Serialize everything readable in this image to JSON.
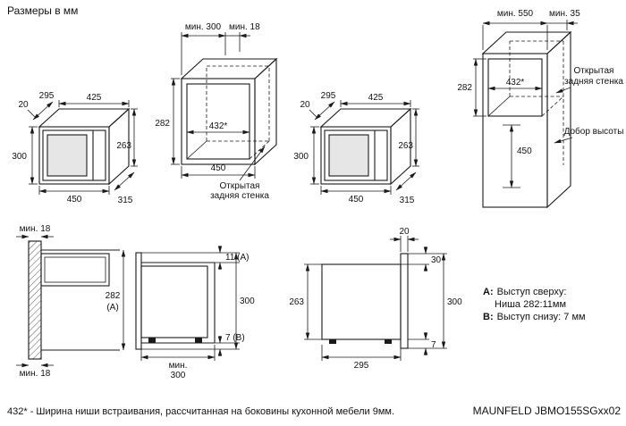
{
  "page": {
    "title": "Размеры в мм",
    "footnote": "432* - Ширина ниши встраивания, рассчитанная на боковины кухонной мебели 9мм.",
    "model": "MAUNFELD JBMO155SGxx02"
  },
  "oven": {
    "d20": "20",
    "d295": "295",
    "d425": "425",
    "d300": "300",
    "d263": "263",
    "d450": "450",
    "d315": "315"
  },
  "niche": {
    "min_depth": "мин. 300",
    "min_gap": "мин. 18",
    "d282": "282",
    "d432": "432*",
    "d450": "450",
    "open_back_1": "Открытая",
    "open_back_2": "задняя стенка"
  },
  "column": {
    "min_depth": "мин. 550",
    "min_gap": "мин. 35",
    "d282": "282",
    "d432": "432*",
    "d450": "450",
    "open_back_1": "Открытая",
    "open_back_2": "задняя стенка",
    "filler": "Добор высоты"
  },
  "side_section": {
    "min18_top": "мин. 18",
    "d282": "282",
    "d282_ref": "(A)",
    "min18_bottom": "мин. 18"
  },
  "niche_side": {
    "d11": "11 (A)",
    "d300": "300",
    "d7": "7 (B)",
    "min_l1": "мин.",
    "min_l2": "300"
  },
  "oven_side": {
    "d20": "20",
    "d30": "30",
    "d300": "300",
    "d263": "263",
    "d7": "7",
    "d295": "295"
  },
  "legend": {
    "a_key": "A:",
    "a_text": "Выступ сверху:",
    "a_note": "Ниша 282:11мм",
    "b_key": "B:",
    "b_text": "Выступ снизу: 7 мм"
  }
}
